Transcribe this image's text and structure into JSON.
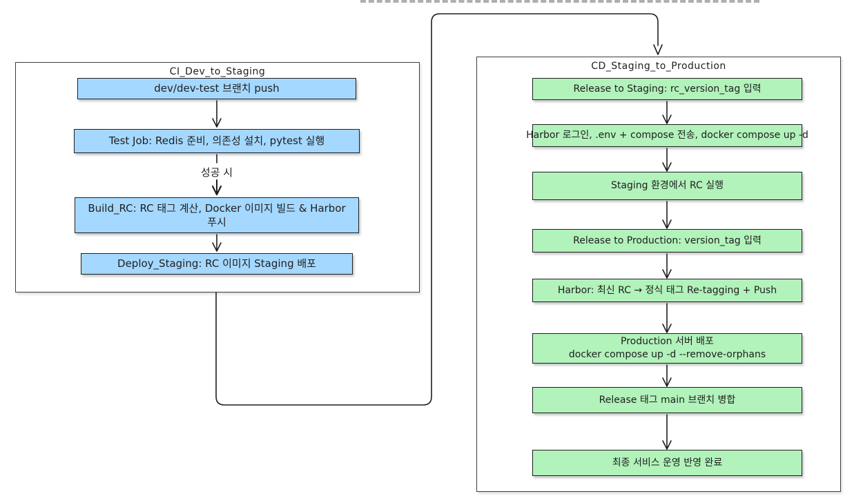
{
  "diagram": {
    "type": "flowchart",
    "colors": {
      "ci_node_fill": "#a5d8ff",
      "cd_node_fill": "#b2f2bb",
      "stroke": "#1e1e1e",
      "background": "#ffffff"
    },
    "ci": {
      "title": "CI_Dev_to_Staging",
      "edge_label": "성공 시",
      "nodes": [
        {
          "label": "dev/dev-test 브랜치 push"
        },
        {
          "label": "Test Job: Redis 준비, 의존성 설치, pytest 실행"
        },
        {
          "label": "Build_RC: RC 태그 계산, Docker 이미지 빌드 & Harbor\n푸시"
        },
        {
          "label": "Deploy_Staging: RC 이미지 Staging 배포"
        }
      ]
    },
    "cd": {
      "title": "CD_Staging_to_Production",
      "nodes": [
        {
          "label": "Release to Staging: rc_version_tag 입력"
        },
        {
          "label": "Harbor 로그인, .env + compose 전송, docker compose up -d"
        },
        {
          "label": "Staging 환경에서 RC 실행"
        },
        {
          "label": "Release to Production: version_tag 입력"
        },
        {
          "label": "Harbor: 최신 RC → 정식 태그 Re-tagging + Push"
        },
        {
          "label": "Production 서버 배포\ndocker compose up -d --remove-orphans"
        },
        {
          "label": "Release 태그 main 브랜치 병합"
        },
        {
          "label": "최종 서비스 운영 반영 완료"
        }
      ]
    }
  }
}
